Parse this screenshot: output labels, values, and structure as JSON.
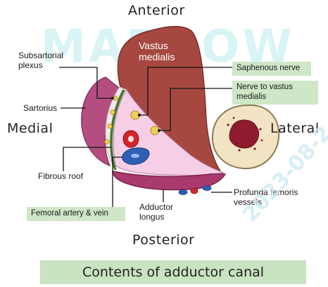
{
  "watermark": {
    "text": "MARROW",
    "date": "2023-08-2"
  },
  "orientation": {
    "anterior": "Anterior",
    "posterior": "Posterior",
    "medial": "Medial",
    "lateral": "Lateral"
  },
  "labels": {
    "vastus_medialis": "Vastus medialis",
    "subsartorial_plexus": "Subsartorial plexus",
    "sartorius": "Sartorius",
    "fibrous_roof": "Fibrous roof",
    "adductor_longus": "Adductor longus",
    "profunda_femoris_vessels": "Profunda femoris vessels",
    "saphenous_nerve": "Saphenous nerve",
    "nerve_to_vastus_medialis": "Nerve to vastus medialis",
    "femoral_artery_vein": "Femoral artery & vein"
  },
  "caption": "Contents of adductor canal",
  "colors": {
    "vastus_medialis": "#a64840",
    "sartorius": "#b44d80",
    "adductor_longus": "#a83a6e",
    "canal_fill": "#f6cfe6",
    "fibrous_roof_line": "#3e7a2c",
    "nerve": "#f1cf5a",
    "artery": "#d4242c",
    "vein": "#2f5fb4",
    "femur_bone": "#f2e3c2",
    "marrow": "#8e1c2e",
    "label_box": "#cfe6c7"
  }
}
